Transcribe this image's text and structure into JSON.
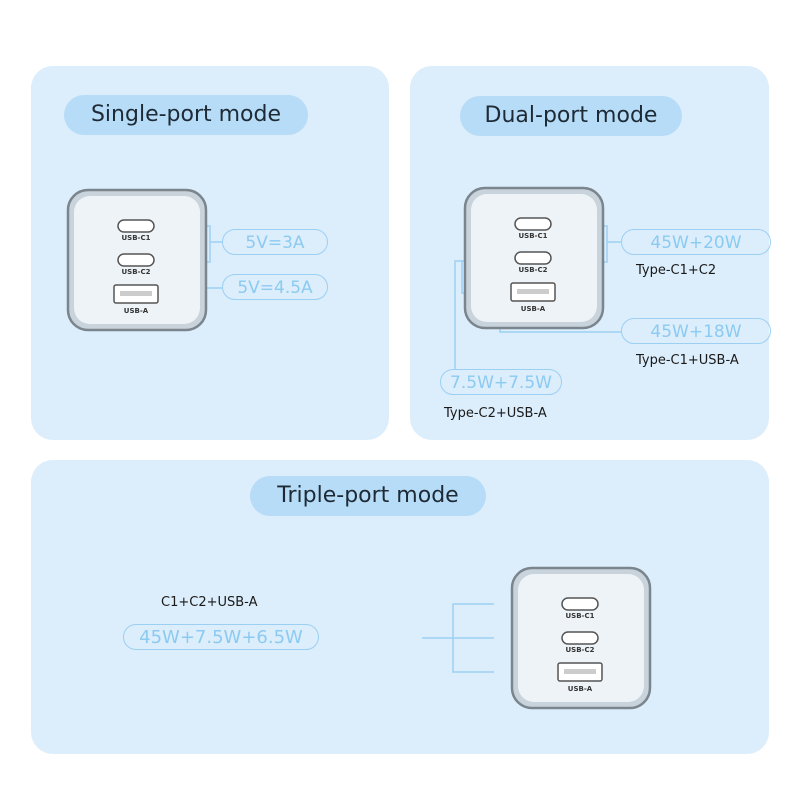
{
  "single_port": {
    "title": "Single-port mode",
    "ports": [
      "USB-C1",
      "USB-C2",
      "USB-A"
    ],
    "values": [
      "5V=3A",
      "5V=4.5A"
    ]
  },
  "dual_port": {
    "title": "Dual-port mode",
    "ports": [
      "USB-C1",
      "USB-C2",
      "USB-A"
    ],
    "combos": [
      {
        "value": "45W+20W",
        "label": "Type-C1+C2"
      },
      {
        "value": "45W+18W",
        "label": "Type-C1+USB-A"
      },
      {
        "value": "7.5W+7.5W",
        "label": "Type-C2+USB-A"
      }
    ]
  },
  "triple_port": {
    "title": "Triple-port mode",
    "ports": [
      "USB-C1",
      "USB-C2",
      "USB-A"
    ],
    "label": "C1+C2+USB-A",
    "value": "45W+7.5W+6.5W"
  },
  "colors": {
    "panel": "#dcedfb",
    "title_pill": "#b7dcf7",
    "accent": "#8ccbf1",
    "line": "#9bd0f3"
  }
}
